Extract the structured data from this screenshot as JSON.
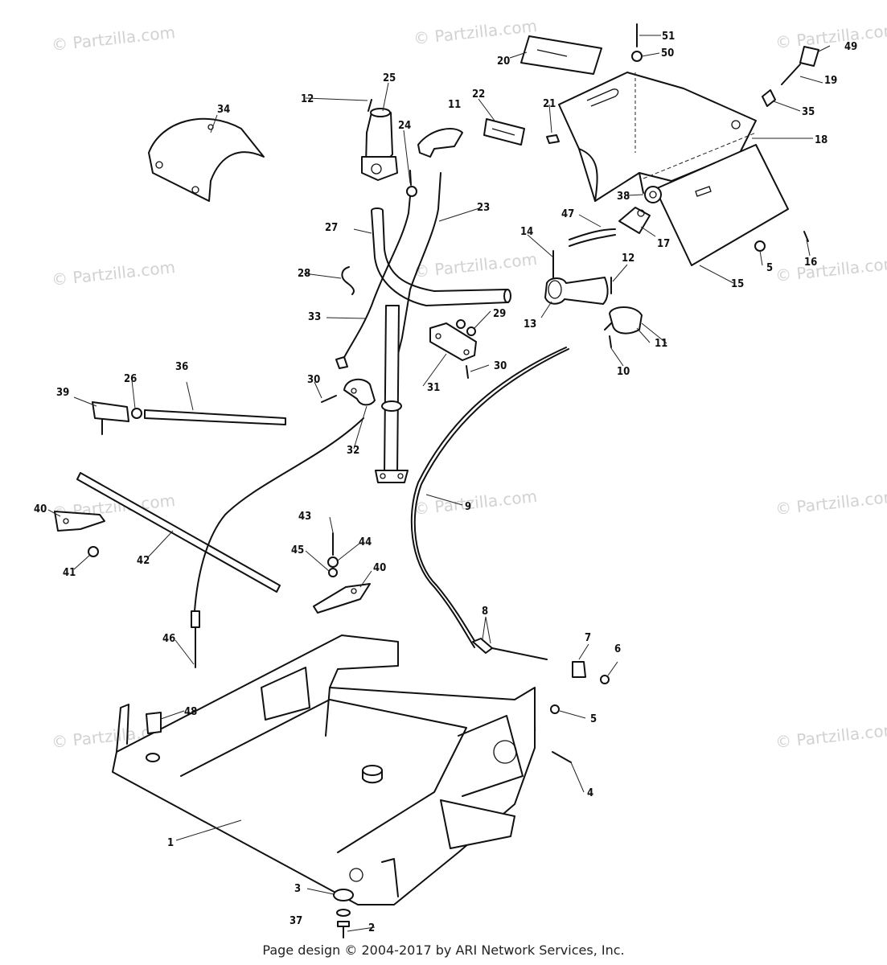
{
  "watermark": "© Partzilla.com",
  "footer": "Page design © 2004-2017 by ARI Network Services, Inc.",
  "callouts": {
    "c1": "1",
    "c2": "2",
    "c3": "3",
    "c4": "4",
    "c5a": "5",
    "c5b": "5",
    "c6": "6",
    "c7": "7",
    "c8": "8",
    "c9": "9",
    "c10": "10",
    "c11a": "11",
    "c11b": "11",
    "c12a": "12",
    "c12b": "12",
    "c13": "13",
    "c14": "14",
    "c15": "15",
    "c16": "16",
    "c17": "17",
    "c18": "18",
    "c19": "19",
    "c20": "20",
    "c21": "21",
    "c22": "22",
    "c23": "23",
    "c24": "24",
    "c25": "25",
    "c26": "26",
    "c27": "27",
    "c28": "28",
    "c29": "29",
    "c30a": "30",
    "c30b": "30",
    "c31": "31",
    "c32": "32",
    "c33": "33",
    "c34": "34",
    "c35": "35",
    "c36": "36",
    "c37": "37",
    "c38": "38",
    "c39": "39",
    "c40a": "40",
    "c40b": "40",
    "c41": "41",
    "c42": "42",
    "c43": "43",
    "c44": "44",
    "c45": "45",
    "c46": "46",
    "c47": "47",
    "c48": "48",
    "c49": "49",
    "c50": "50",
    "c51": "51"
  }
}
